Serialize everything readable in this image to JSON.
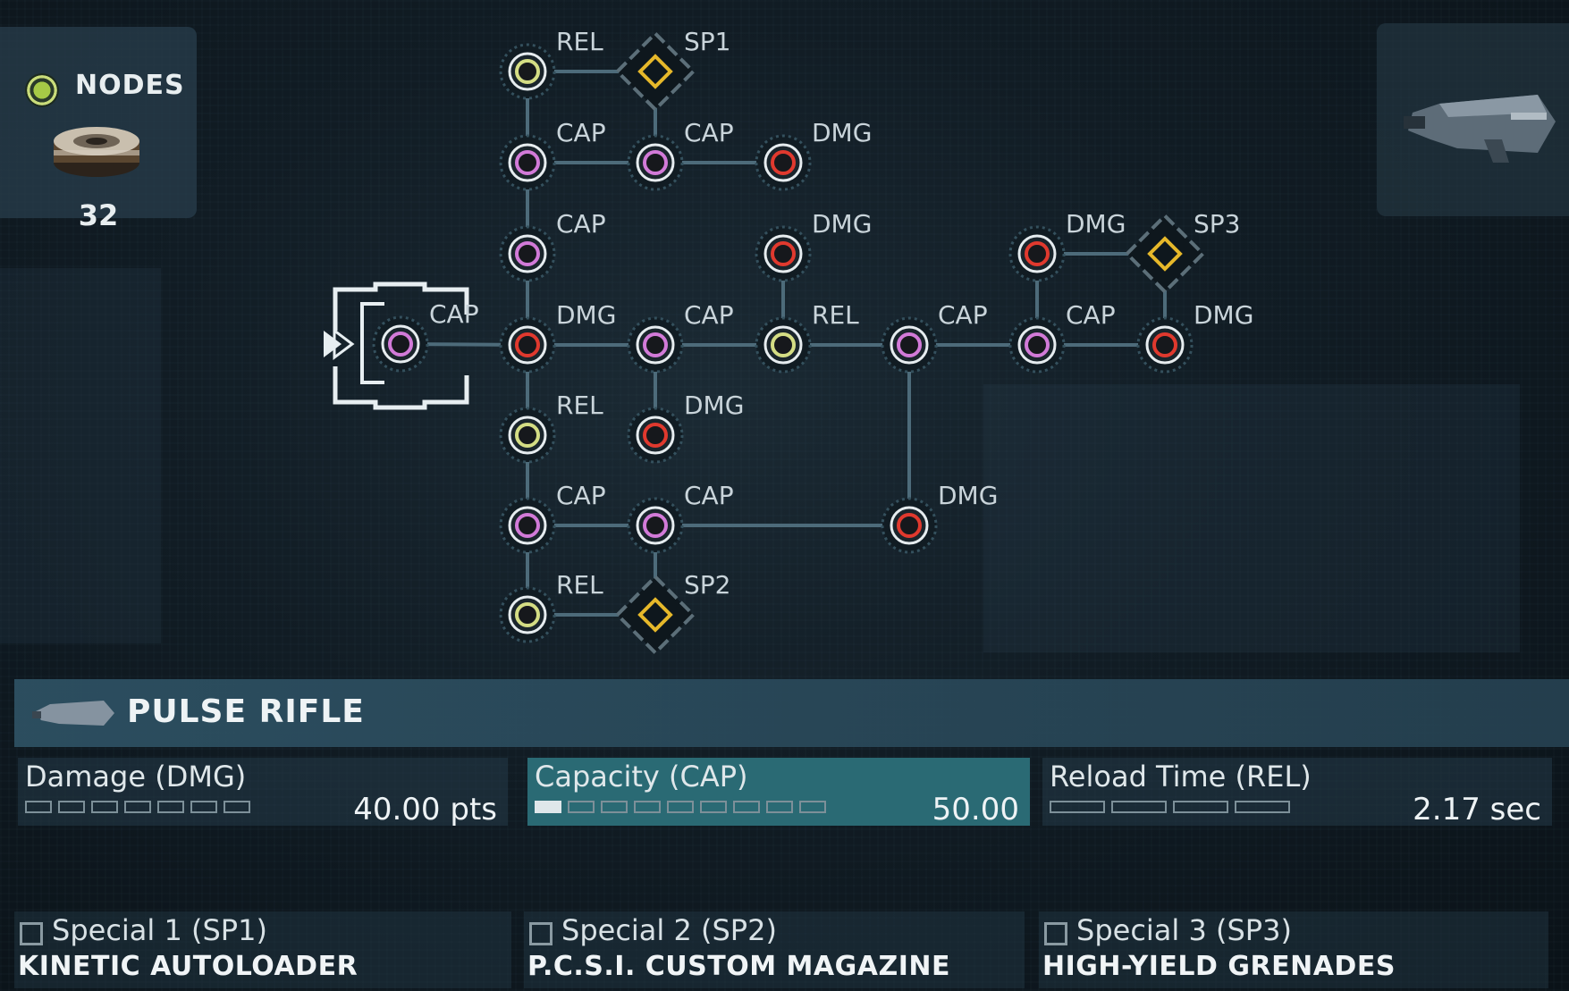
{
  "nodes_panel": {
    "title": "NODES",
    "count": "32"
  },
  "tree": {
    "colors": {
      "cap": "#d27ad8",
      "dmg": "#e0392e",
      "rel": "#d4dd84",
      "special": "#e6b82a",
      "line": "#4d6b7a"
    },
    "nodes": [
      {
        "id": "start",
        "type": "cap",
        "label": "CAP"
      },
      {
        "id": "r1c1",
        "type": "rel",
        "label": "REL"
      },
      {
        "id": "sp1",
        "type": "special",
        "label": "SP1"
      },
      {
        "id": "r2c1",
        "type": "cap",
        "label": "CAP"
      },
      {
        "id": "r2c2",
        "type": "cap",
        "label": "CAP"
      },
      {
        "id": "r2c3",
        "type": "dmg",
        "label": "DMG"
      },
      {
        "id": "r3c1",
        "type": "cap",
        "label": "CAP"
      },
      {
        "id": "r3c3",
        "type": "dmg",
        "label": "DMG"
      },
      {
        "id": "r3c5",
        "type": "dmg",
        "label": "DMG"
      },
      {
        "id": "sp3",
        "type": "special",
        "label": "SP3"
      },
      {
        "id": "m1",
        "type": "dmg",
        "label": "DMG"
      },
      {
        "id": "m2",
        "type": "cap",
        "label": "CAP"
      },
      {
        "id": "m3",
        "type": "rel",
        "label": "REL"
      },
      {
        "id": "m4",
        "type": "cap",
        "label": "CAP"
      },
      {
        "id": "m5",
        "type": "cap",
        "label": "CAP"
      },
      {
        "id": "m6",
        "type": "dmg",
        "label": "DMG"
      },
      {
        "id": "r5c1",
        "type": "rel",
        "label": "REL"
      },
      {
        "id": "r5c2",
        "type": "dmg",
        "label": "DMG"
      },
      {
        "id": "r6c1",
        "type": "cap",
        "label": "CAP"
      },
      {
        "id": "r6c2",
        "type": "cap",
        "label": "CAP"
      },
      {
        "id": "r6c4",
        "type": "dmg",
        "label": "DMG"
      },
      {
        "id": "r7c1",
        "type": "rel",
        "label": "REL"
      },
      {
        "id": "sp2",
        "type": "special",
        "label": "SP2"
      }
    ]
  },
  "weapon": {
    "name": "PULSE RIFLE",
    "stats": [
      {
        "label": "Damage (DMG)",
        "value": "40.00 pts",
        "pips": 7,
        "filled": 0,
        "active": false
      },
      {
        "label": "Capacity (CAP)",
        "value": "50.00",
        "pips": 9,
        "filled": 1,
        "active": true
      },
      {
        "label": "Reload Time (REL)",
        "value": "2.17 sec",
        "pips": 4,
        "filled": 0,
        "active": false
      }
    ],
    "specials": [
      {
        "title": "Special 1 (SP1)",
        "name": "KINETIC AUTOLOADER",
        "checked": false
      },
      {
        "title": "Special 2 (SP2)",
        "name": "P.C.S.I. CUSTOM MAGAZINE",
        "checked": false
      },
      {
        "title": "Special 3 (SP3)",
        "name": "HIGH-YIELD GRENADES",
        "checked": false
      }
    ]
  }
}
